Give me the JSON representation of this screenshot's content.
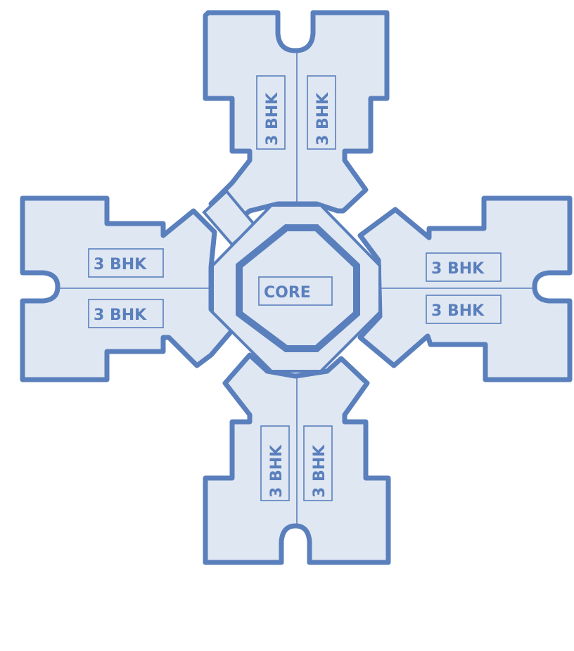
{
  "colors": {
    "wall_stroke": "#5a7fbd",
    "floor_fill": "#dfe7f2",
    "background": "#ffffff"
  },
  "core": {
    "label": "CORE"
  },
  "wings": {
    "top": {
      "left_label": "3 BHK",
      "right_label": "3 BHK"
    },
    "bottom": {
      "left_label": "3 BHK",
      "right_label": "3 BHK"
    },
    "left": {
      "upper_label": "3 BHK",
      "lower_label": "3 BHK"
    },
    "right": {
      "upper_label": "3 BHK",
      "lower_label": "3 BHK"
    }
  }
}
